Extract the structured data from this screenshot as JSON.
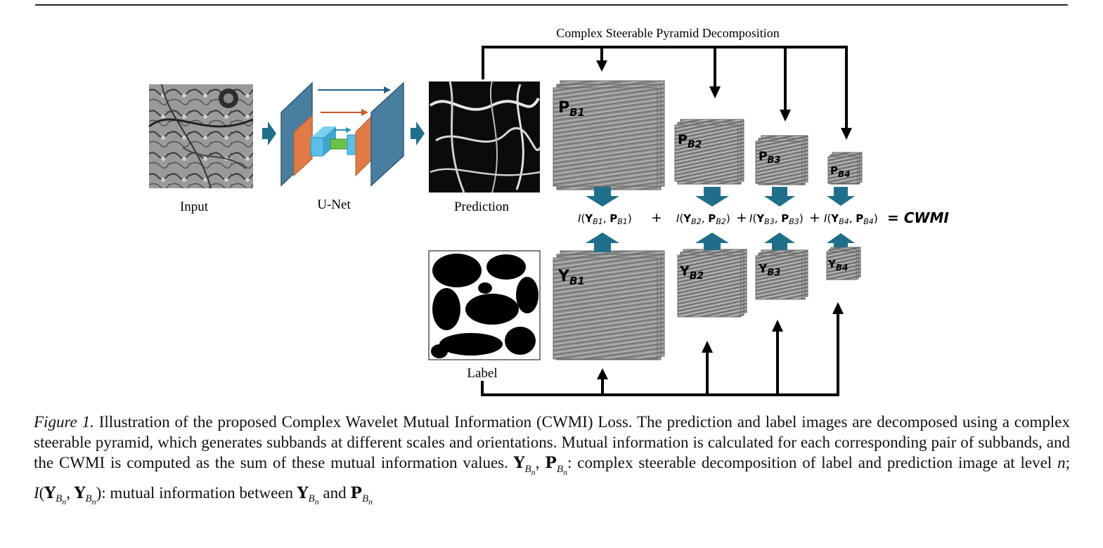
{
  "figure": {
    "decomposition_label": "Complex Steerable Pyramid Decomposition",
    "input_label": "Input",
    "unet_label": "U-Net",
    "prediction_label": "Prediction",
    "label_label": "Label",
    "pred_band_prefix": "P",
    "label_band_prefix": "Y",
    "bands": [
      "B1",
      "B2",
      "B3",
      "B4"
    ],
    "mi_symbol": "I",
    "plus": "+",
    "result": "= CWMI"
  },
  "caption": {
    "fig_label": "Figure 1.",
    "text_main": " Illustration of the proposed Complex Wavelet Mutual Information (CWMI) Loss.  The prediction and label images are decomposed using a complex steerable pyramid, which generates subbands at different scales and orientations. Mutual information is calculated for each corresponding pair of subbands, and the CWMI is computed as the sum of these mutual information values. ",
    "sym_Y": "Y",
    "sym_P": "P",
    "sub_B": "B",
    "sub_n": "n",
    "comma": ", ",
    "text_def1": ": complex steerable decomposition of label and prediction image at level ",
    "level_n": "n",
    "semicolon": "; ",
    "sym_I": "I",
    "open_paren": "(",
    "close_paren": ")",
    "text_def2": ": mutual information between ",
    "text_and": " and "
  },
  "colors": {
    "arrow_blue": "#1f6f8b",
    "unet_blue": "#4a7ea0",
    "unet_orange": "#e07b45",
    "unet_cyan": "#5bc0e8",
    "unet_green": "#6cc24a",
    "subband_gray": "#8a8a8a"
  }
}
